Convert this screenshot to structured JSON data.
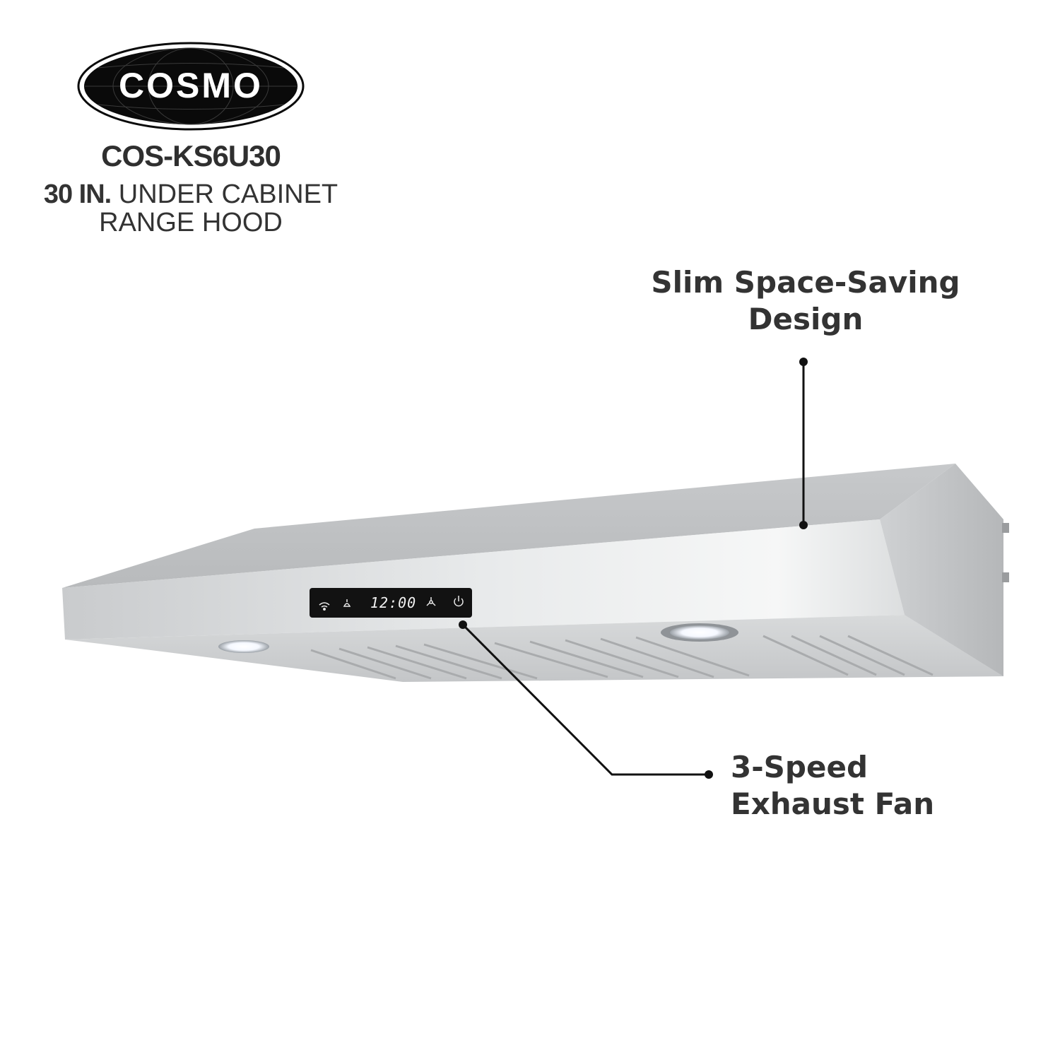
{
  "brand": {
    "logo_text": "COSMO"
  },
  "product": {
    "model": "COS-KS6U30",
    "size": "30 IN.",
    "type_line1": "UNDER CABINET",
    "type_line2": "RANGE HOOD"
  },
  "control_panel": {
    "display_time": "12:00",
    "icons": [
      "wifi-icon",
      "light-icon",
      "fan-icon",
      "power-icon"
    ]
  },
  "callouts": [
    {
      "line1": "Slim Space-Saving",
      "line2": "Design"
    },
    {
      "line1": "3-Speed",
      "line2": "Exhaust Fan"
    }
  ],
  "colors": {
    "text": "#333333",
    "logo_black": "#0a0a0a",
    "steel": "#d4d6d8",
    "panel": "#121212"
  }
}
